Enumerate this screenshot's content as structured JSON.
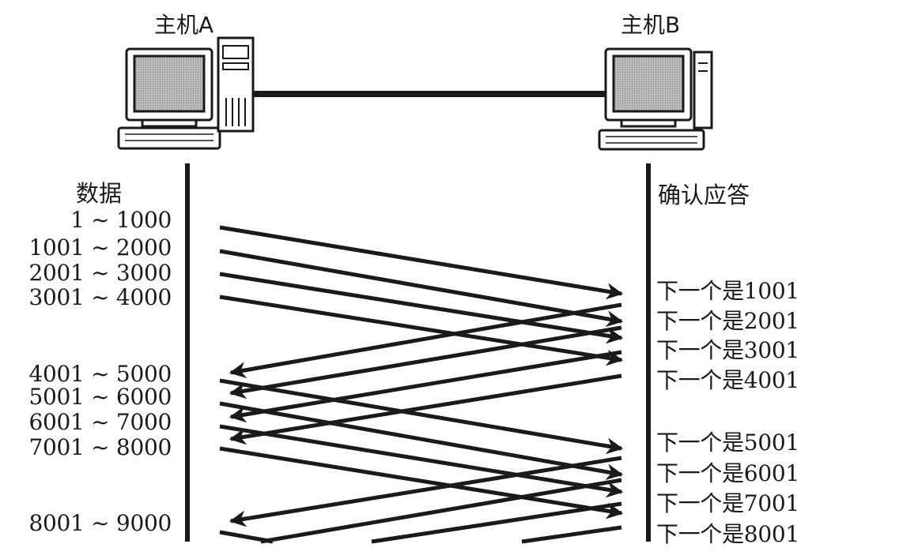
{
  "hosts": {
    "a_label": "主机A",
    "b_label": "主机B"
  },
  "columns": {
    "data_label": "数据",
    "ack_label": "确认应答"
  },
  "segments": [
    "1 ~ 1000",
    "1001 ~ 2000",
    "2001 ~ 3000",
    "3001 ~ 4000",
    "4001 ~ 5000",
    "5001 ~ 6000",
    "6001 ~ 7000",
    "7001 ~ 8000",
    "8001 ~ 9000"
  ],
  "acks": [
    "下一个是1001",
    "下一个是2001",
    "下一个是3001",
    "下一个是4001",
    "下一个是5001",
    "下一个是6001",
    "下一个是7001",
    "下一个是8001"
  ]
}
